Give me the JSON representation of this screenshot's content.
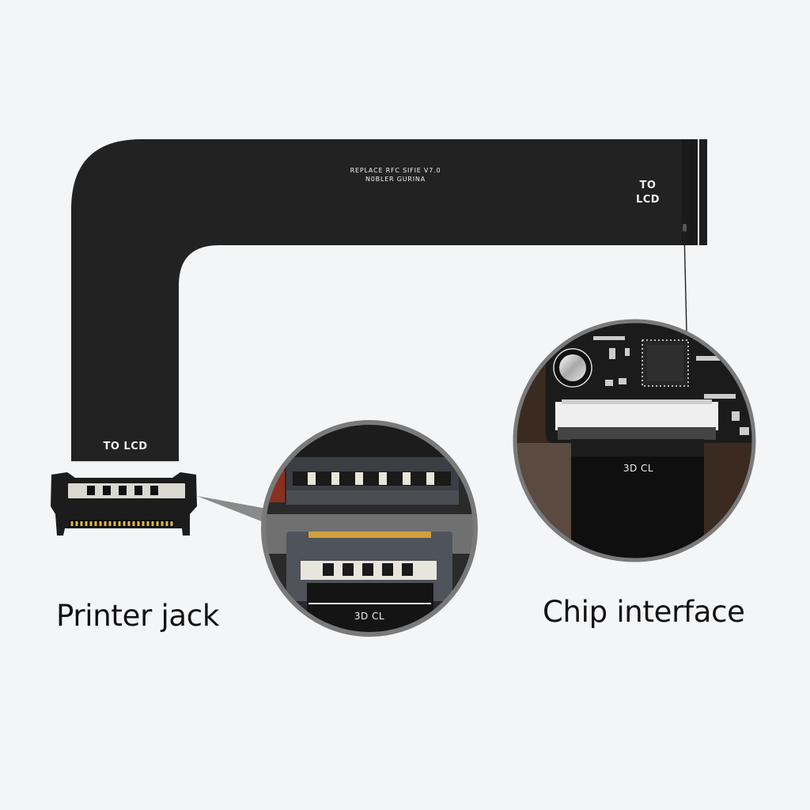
{
  "cable": {
    "printed_text_line1": "REPLACE RFC SIFIE V7.0",
    "printed_text_line2": "N0BLER GURINA",
    "right_end_label": "TO LCD",
    "left_end_label": "TO LCD",
    "color": "#222222"
  },
  "callouts": {
    "printer_jack_zoom": {
      "cable_label": "3D CL"
    },
    "chip_interface_zoom": {
      "cable_label": "3D CL"
    }
  },
  "captions": {
    "left": "Printer jack",
    "right": "Chip interface"
  },
  "colors": {
    "background": "#f4f5f7",
    "cable": "#222222",
    "ring": "#7a7a7a",
    "pcb": "#1b1b1b",
    "gold_pins": "#e0b84a"
  }
}
